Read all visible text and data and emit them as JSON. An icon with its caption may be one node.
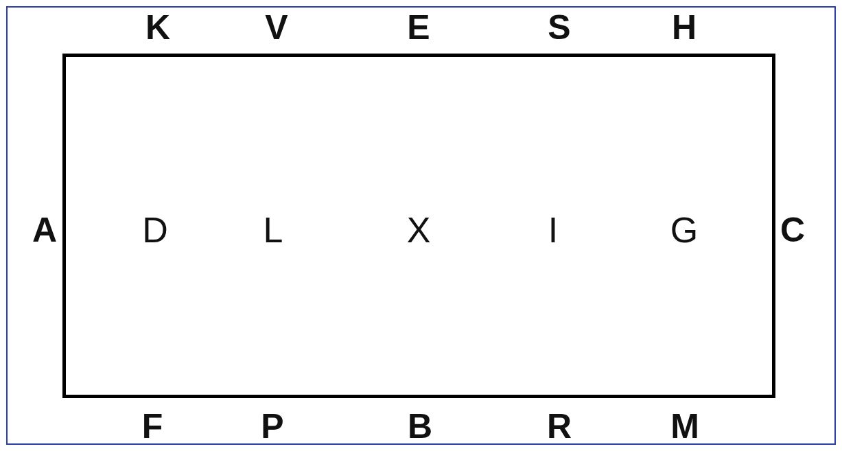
{
  "diagram": {
    "nodes": [
      {
        "text": [
          "D",
          "L",
          "X",
          "I",
          "G"
        ]
      }
    ],
    "labels": [
      "K",
      "V",
      "E",
      "S",
      "H",
      "A",
      "C",
      "F",
      "P",
      "B",
      "R",
      "M"
    ]
  }
}
